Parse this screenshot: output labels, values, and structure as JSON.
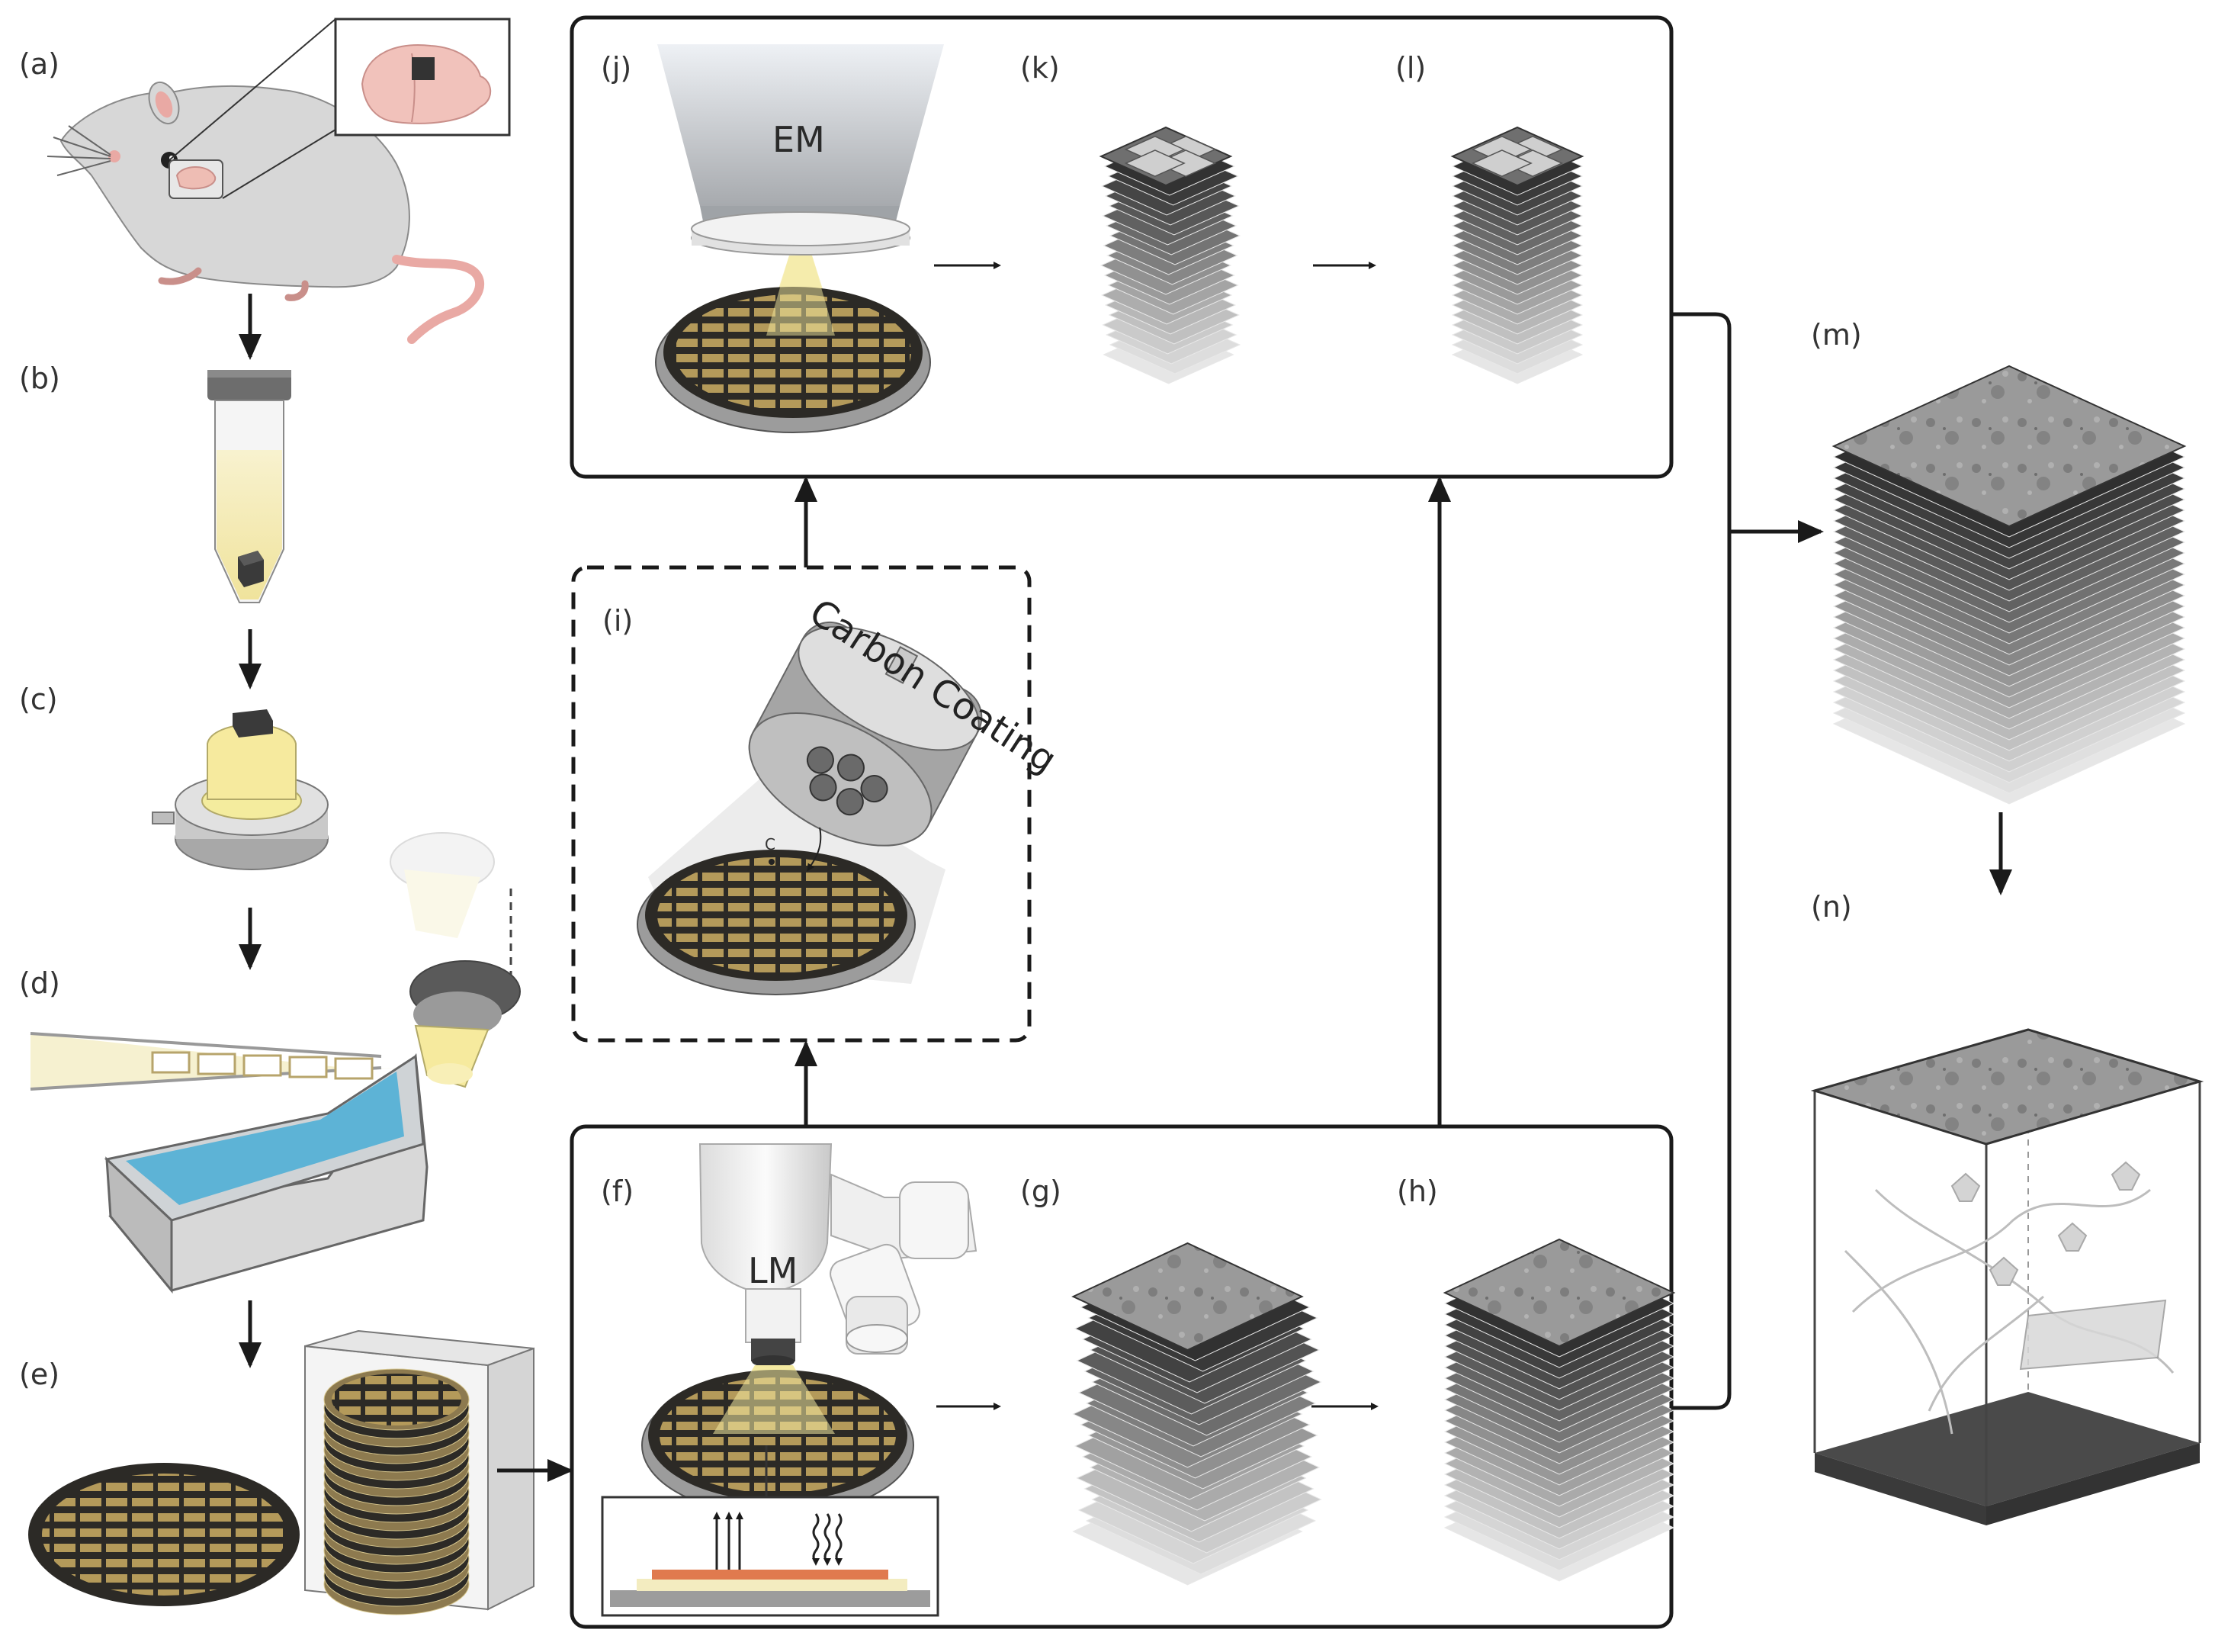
{
  "panels": {
    "a": "(a)",
    "b": "(b)",
    "c": "(c)",
    "d": "(d)",
    "e": "(e)",
    "f": "(f)",
    "g": "(g)",
    "h": "(h)",
    "i": "(i)",
    "j": "(j)",
    "k": "(k)",
    "l": "(l)",
    "m": "(m)",
    "n": "(n)"
  },
  "labels": {
    "em": "EM",
    "lm": "LM",
    "carbon_coating": "Carbon Coating",
    "carbon_symbol": "C"
  },
  "colors": {
    "outline": "#1a1a1a",
    "tile_gold": "#b49a5a",
    "wafer_dark": "#2c2a26",
    "mouse_body": "#d7d7d7",
    "mouse_pink": "#e9a9a4",
    "resin_yellow": "#f1e6a6",
    "water_blue": "#5db3d6",
    "em_slice_gray": "#8d8d8d",
    "lm_glow": "#f3e8a3",
    "block_base": "#4a4a4a"
  }
}
